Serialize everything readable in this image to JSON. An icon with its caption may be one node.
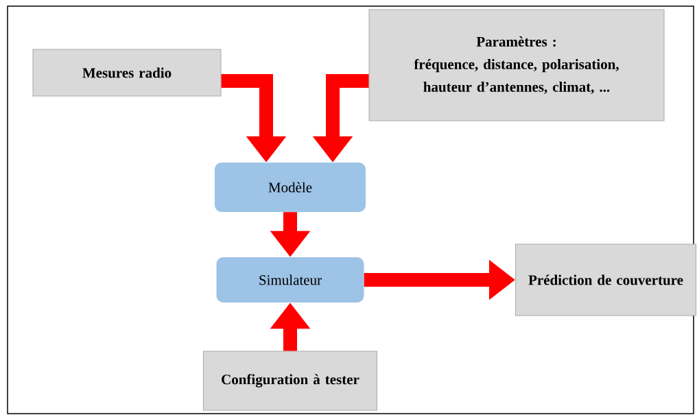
{
  "diagram": {
    "nodes": [
      {
        "text": [
          "Mesures radio"
        ]
      },
      {
        "text": [
          "Paramètres :",
          "fréquence, distance, polarisation, hauteur d’antennes, climat, ..."
        ]
      },
      {
        "text": [
          "Modèle"
        ]
      },
      {
        "text": [
          "Simulateur"
        ]
      },
      {
        "text": [
          "Prédiction de couverture"
        ]
      },
      {
        "text": [
          "Configuration à tester"
        ]
      }
    ],
    "edges": [
      {
        "from": 0,
        "to": 2,
        "arrow": "to"
      },
      {
        "from": 1,
        "to": 2,
        "arrow": "to"
      },
      {
        "from": 2,
        "to": 3,
        "arrow": "to"
      },
      {
        "from": 3,
        "to": 4,
        "arrow": "to"
      },
      {
        "from": 5,
        "to": 3,
        "arrow": "to"
      }
    ]
  }
}
